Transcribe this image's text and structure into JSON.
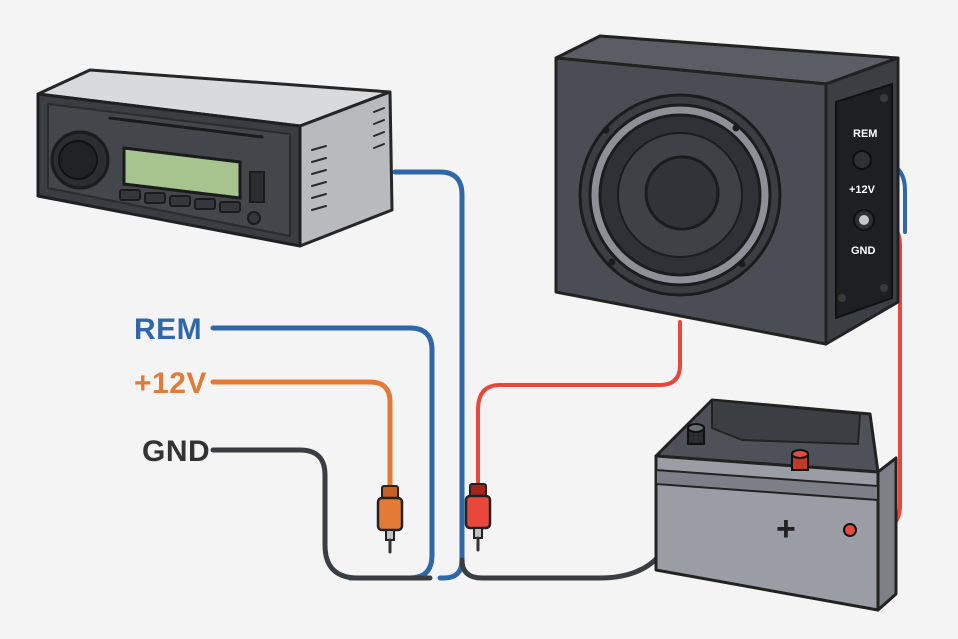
{
  "labels": {
    "rem": "REM",
    "v12": "+12V",
    "gnd": "GND"
  },
  "panel": {
    "rem": "REM",
    "v12": "+12V",
    "gnd": "GND"
  },
  "battery": {
    "plus_symbol": "+"
  },
  "colors": {
    "rem_wire": "#2f67a9",
    "v12_wire": "#e37a36",
    "power_wire": "#e8483a",
    "gnd_wire": "#3a3d42",
    "rem_text": "#2f67a9",
    "v12_text": "#e37a36",
    "gnd_text": "#333333"
  },
  "icons": {
    "head_unit": "car-stereo-head-unit-icon",
    "subwoofer": "subwoofer-enclosure-icon",
    "battery": "car-battery-icon",
    "rca_orange": "rca-plug-icon",
    "rca_red": "rca-plug-icon"
  }
}
